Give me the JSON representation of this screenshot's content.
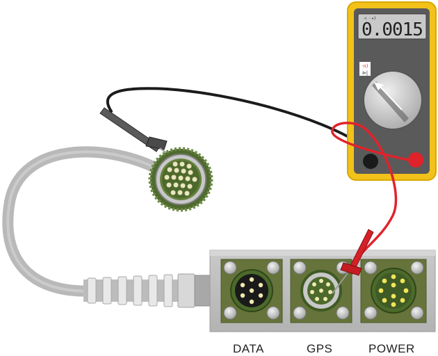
{
  "multimeter": {
    "reading": "0.0015",
    "mode_icons": [
      "continuity-icon",
      "beeper-icon",
      "diode-icon"
    ],
    "body_color": "#F2C21B",
    "probe_colors": {
      "com": "#1a1a1a",
      "input": "#E0232B"
    }
  },
  "box": {
    "ports": [
      {
        "label": "DATA"
      },
      {
        "label": "GPS"
      },
      {
        "label": "POWER"
      }
    ]
  },
  "cable": {
    "color": "#B9B9B9"
  },
  "connector": {
    "shell_color": "#4F6A2E"
  }
}
